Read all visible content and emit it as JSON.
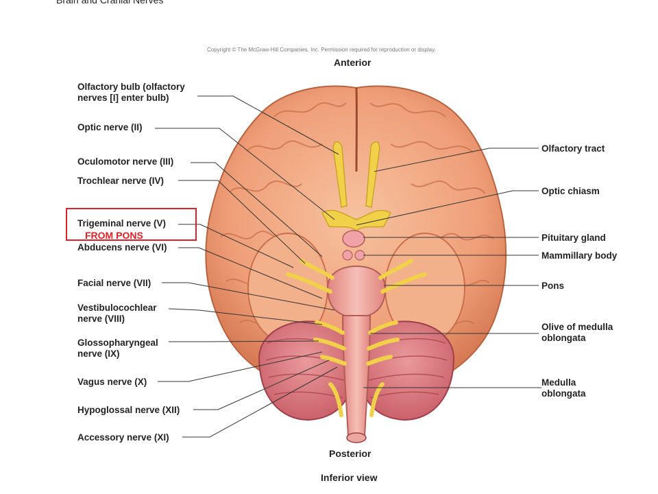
{
  "slide": {
    "title": "Brain and Cranial Nerves"
  },
  "figure": {
    "copyright": "Copyright © The McGraw-Hill Companies, Inc. Permission required for reproduction or display.",
    "orientation": {
      "top": "Anterior",
      "bottom": "Posterior",
      "view": "Inferior view"
    },
    "left_labels": [
      "Olfactory bulb (olfactory\nnerves [I] enter bulb)",
      "Optic nerve (II)",
      "Oculomotor nerve (III)",
      "Trochlear nerve (IV)",
      "Trigeminal nerve (V)",
      "Abducens nerve (VI)",
      "Facial nerve (VII)",
      "Vestibulocochlear\nnerve (VIII)",
      "Glossopharyngeal\nnerve (IX)",
      "Vagus nerve (X)",
      "Hypoglossal nerve (XII)",
      "Accessory nerve (XI)"
    ],
    "right_labels": [
      "Olfactory tract",
      "Optic chiasm",
      "Pituitary gland",
      "Mammillary body",
      "Pons",
      "Olive of medulla\noblongata",
      "Medulla\noblongata"
    ]
  },
  "annotation": {
    "text": "FROM PONS",
    "color": "#e01f26"
  },
  "colors": {
    "cortex": "#f0a57d",
    "cortex_dark": "#c9694a",
    "cerebellum": "#d9737a",
    "brainstem": "#eb9a93",
    "nerve": "#f2d14a",
    "leader": "#333333"
  }
}
